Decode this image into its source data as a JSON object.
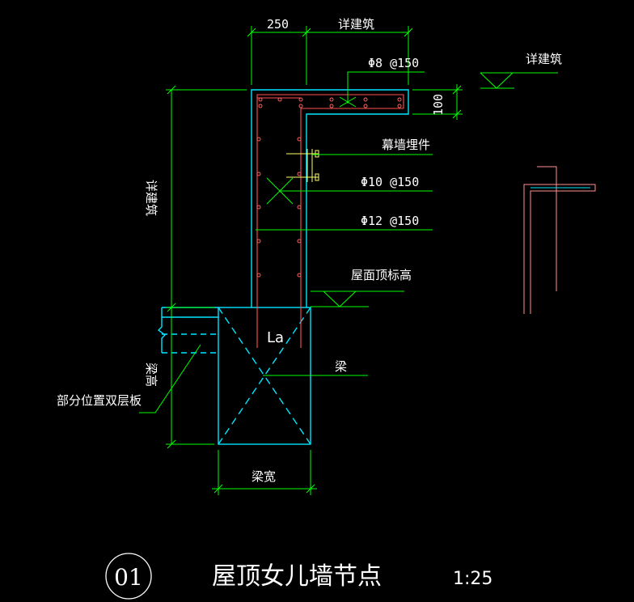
{
  "colors": {
    "background": "#000000",
    "dimension": "#00ff00",
    "concrete": "#00e5ff",
    "rebar": "#ff4040",
    "text": "#ffffff",
    "embed": "#ffff66"
  },
  "dimensions": {
    "width_250": "250",
    "arch_top": "详建筑",
    "height_100": "100",
    "arch_left": "详建筑",
    "beam_height": "梁高",
    "beam_width": "梁宽"
  },
  "labels": {
    "rebar_top": "Φ8 @150",
    "embed": "幕墙埋件",
    "rebar_mid": "Φ10 @150",
    "rebar_low": "Φ12 @150",
    "roof_level": "屋面顶标高",
    "beam": "梁",
    "anchorage": "La",
    "double_slab": "部分位置双层板",
    "arch_symbol": "详建筑"
  },
  "title": {
    "number": "01",
    "name": "屋顶女儿墙节点",
    "scale": "1:25"
  }
}
